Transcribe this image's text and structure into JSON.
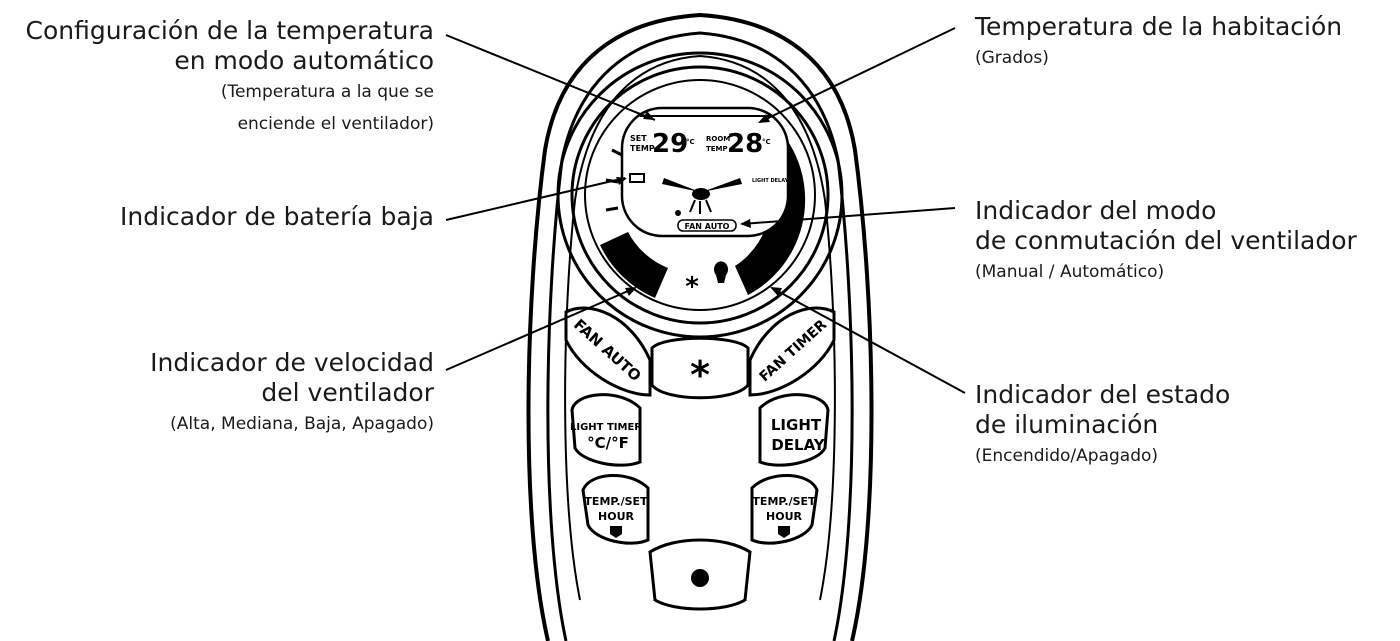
{
  "labels": {
    "auto_temp_setting": {
      "line1": "Configuración de la temperatura",
      "line2": "en modo automático",
      "sub1": "(Temperatura a la que se",
      "sub2": "enciende el ventilador)"
    },
    "low_battery": {
      "line1": "Indicador de batería baja"
    },
    "fan_speed": {
      "line1": "Indicador de velocidad",
      "line2": "del ventilador",
      "sub1": "(Alta, Mediana, Baja, Apagado)"
    },
    "room_temp": {
      "line1": "Temperatura de la habitación",
      "sub1": "(Grados)"
    },
    "fan_mode": {
      "line1": "Indicador del modo",
      "line2": "de conmutación del ventilador",
      "sub1": "(Manual / Automático)"
    },
    "light_state": {
      "line1": "Indicador del estado",
      "line2": "de iluminación",
      "sub1": "(Encendido/Apagado)"
    }
  },
  "display": {
    "set_label_1": "SET",
    "set_label_2": "TEMP",
    "set_value": "29",
    "room_label_1": "ROOM",
    "room_label_2": "TEMP",
    "room_value": "28",
    "unit": "°C",
    "mode_text": "FAN AUTO",
    "light_delay_small": "LIGHT DELAY"
  },
  "buttons": {
    "fan_auto": "FAN AUTO",
    "fan_timer": "FAN TIMER",
    "light_timer_1": "LIGHT TIMER",
    "light_timer_2": "°C/°F",
    "light_delay_1": "LIGHT",
    "light_delay_2": "DELAY",
    "temp_set_1": "TEMP./SET",
    "temp_set_2": "HOUR"
  },
  "colors": {
    "ink": "#000000",
    "text": "#1a1a1a",
    "background": "#ffffff"
  }
}
